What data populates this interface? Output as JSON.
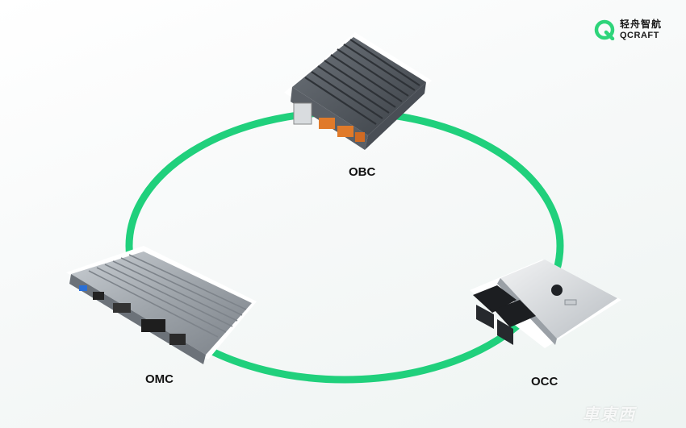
{
  "logo": {
    "name_cn": "轻舟智航",
    "name_en": "QCRAFT",
    "brand_color": "#2ed47a"
  },
  "ring_color": "#20d07c",
  "nodes": [
    {
      "id": "obc",
      "label": "OBC"
    },
    {
      "id": "omc",
      "label": "OMC"
    },
    {
      "id": "occ",
      "label": "OCC"
    }
  ],
  "watermark": "車東西"
}
